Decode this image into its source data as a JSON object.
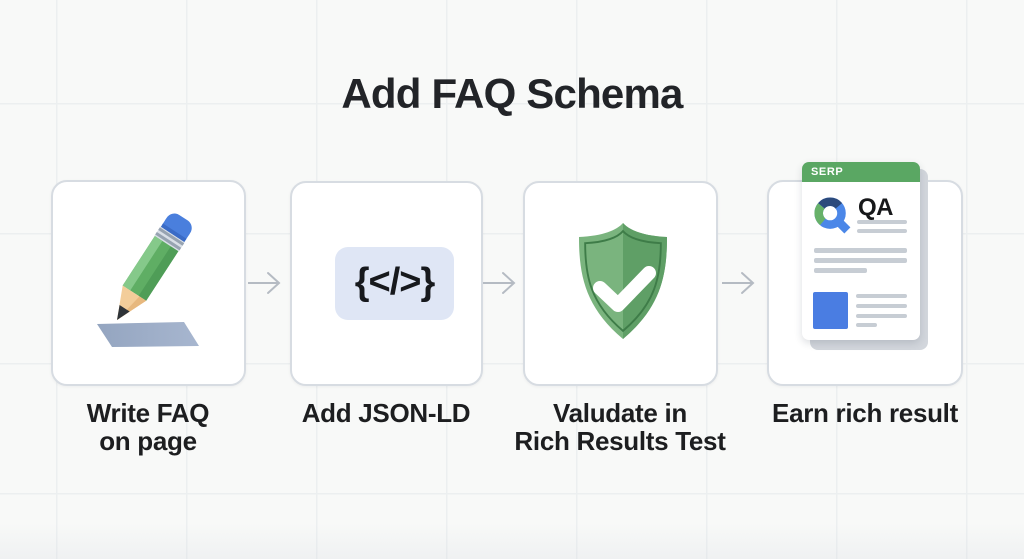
{
  "title": "Add FAQ Schema",
  "steps": [
    {
      "id": "write-faq",
      "label": "Write FAQ\non page",
      "icon": "pencil-writing-icon"
    },
    {
      "id": "add-jsonld",
      "label": "Add JSON-LD",
      "icon": "code-brackets-icon",
      "code_glyph": "{</>}"
    },
    {
      "id": "validate",
      "label": "Valudate in\nRich Results Test",
      "icon": "shield-check-icon"
    },
    {
      "id": "earn",
      "label": "Earn rich result",
      "icon": "serp-document-icon",
      "serp_tag": "SERP",
      "serp_heading": "QA"
    }
  ],
  "colors": {
    "background": "#f8f9f8",
    "grid_line": "#eceff0",
    "card_border": "#d7dce2",
    "card_background": "#ffffff",
    "title_text": "#222428",
    "label_text": "#1d1e20",
    "arrow": "#b5bbc3",
    "pencil_green": "#5fae64",
    "eraser_blue": "#4a7fdd",
    "paper_slate": "#9dadc7",
    "code_chip_background": "#dfe6f5",
    "code_text": "#17191d",
    "shield_green_light": "#7ab47e",
    "shield_green_dark": "#5f9f66",
    "shield_outline": "#3e7c48",
    "checkmark": "#ffffff",
    "serp_bar_green": "#5aa763",
    "doc_line_gray": "#c7cdd4",
    "result_blue": "#4a7de2",
    "q_navy": "#2c4a7c",
    "q_green": "#67b169",
    "q_blue": "#4b87e8"
  }
}
